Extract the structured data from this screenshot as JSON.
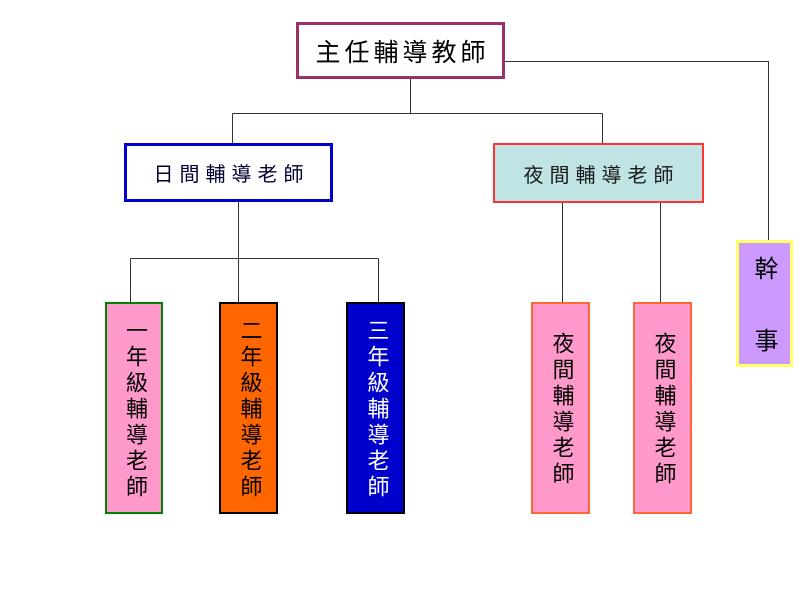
{
  "connector_color": "#333333",
  "nodes": {
    "head": {
      "label": "主任輔導教師",
      "border": "#993366",
      "fill": "#ffffff",
      "text": "#000000"
    },
    "day": {
      "label": "日間輔導老師",
      "border": "#0000cc",
      "fill": "#ffffff",
      "text": "#000033"
    },
    "night": {
      "label": "夜間輔導老師",
      "border": "#ff3333",
      "fill": "#c0e4e4",
      "text": "#1a1a1a"
    },
    "secretary": {
      "label": "幹事",
      "border": "#ffff66",
      "fill": "#cc99ff",
      "text": "#000000"
    }
  },
  "day_children": [
    {
      "label": "一年級輔導老師",
      "border": "#008000",
      "fill": "#ff99cc",
      "text": "#000000"
    },
    {
      "label": "二年級輔導老師",
      "border": "#000000",
      "fill": "#ff6600",
      "text": "#000000"
    },
    {
      "label": "三年級輔導老師",
      "border": "#000000",
      "fill": "#0000cc",
      "text": "#ffffff"
    }
  ],
  "night_children": [
    {
      "label": "夜間輔導老師",
      "border": "#ff6633",
      "fill": "#ff99cc",
      "text": "#000000"
    },
    {
      "label": "夜間輔導老師",
      "border": "#ff6633",
      "fill": "#ff99cc",
      "text": "#000000"
    }
  ]
}
